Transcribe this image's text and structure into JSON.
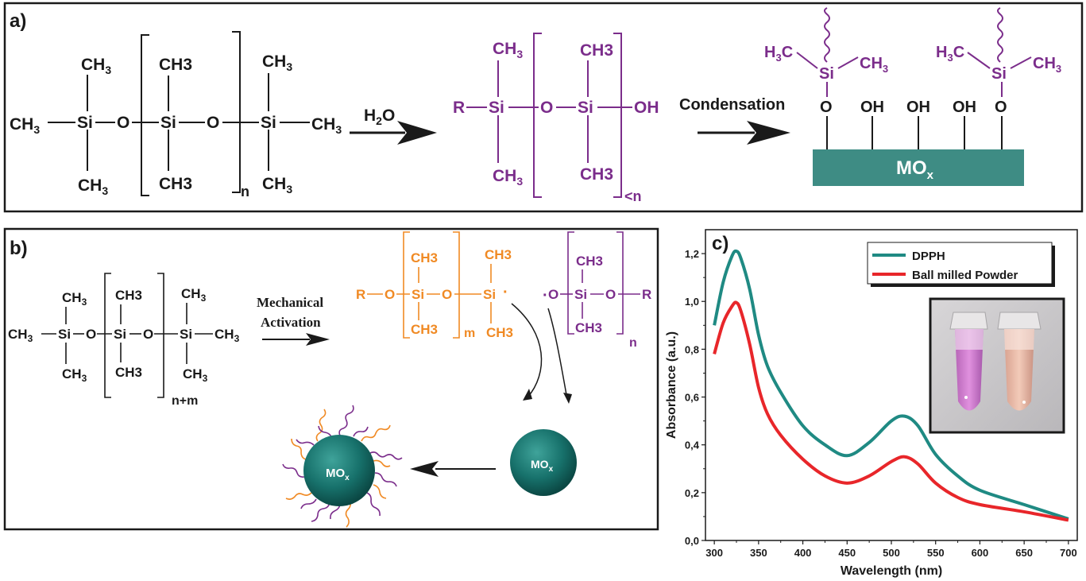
{
  "panel_a": {
    "label": "a)",
    "ch3": "CH",
    "sub3": "3",
    "ch3_plain": "CH3",
    "si": "Si",
    "o": "O",
    "n": "n",
    "h2o_h": "H",
    "h2o_2": "2",
    "h2o_o": "O",
    "r": "R",
    "oh": "OH",
    "lt_n": "<n",
    "condensation": "Condensation",
    "h3c_h": "H",
    "h3c_3": "3",
    "h3c_c": "C",
    "mox_m": "MO",
    "mox_x": "x"
  },
  "panel_b": {
    "label": "b)",
    "n_plus_m": "n+m",
    "mech1": "Mechanical",
    "mech2": "Activation",
    "m": "m",
    "n": "n",
    "dot": "·",
    "mox": "MO",
    "mox_x": "x"
  },
  "panel_c": {
    "label": "c)",
    "image_note": ""
  },
  "colors": {
    "black": "#1a1a1a",
    "purple": "#7b2d8b",
    "orange": "#f08a24",
    "teal": "#1f8a83",
    "red": "#e8262a",
    "slab": "#3e8c84"
  },
  "chart_data": {
    "type": "line",
    "title": "",
    "xlabel": "Wavelength (nm)",
    "ylabel": "Absorbance (a.u.)",
    "xlim": [
      290,
      710
    ],
    "ylim": [
      0.0,
      1.3
    ],
    "xticks": [
      300,
      350,
      400,
      450,
      500,
      550,
      600,
      650,
      700
    ],
    "yticks": [
      0.0,
      0.2,
      0.4,
      0.6,
      0.8,
      1.0,
      1.2
    ],
    "ytick_labels": [
      "0,0",
      "0,2",
      "0,4",
      "0,6",
      "0,8",
      "1,0",
      "1,2"
    ],
    "legend_position": "top-right",
    "series": [
      {
        "name": "DPPH",
        "color": "#1f8a83",
        "x": [
          300,
          310,
          320,
          325,
          330,
          340,
          350,
          360,
          375,
          400,
          425,
          450,
          475,
          500,
          515,
          530,
          550,
          575,
          600,
          650,
          700
        ],
        "y": [
          0.9,
          1.08,
          1.19,
          1.21,
          1.18,
          1.05,
          0.86,
          0.73,
          0.62,
          0.48,
          0.4,
          0.355,
          0.41,
          0.5,
          0.52,
          0.48,
          0.36,
          0.27,
          0.21,
          0.15,
          0.09
        ]
      },
      {
        "name": "Ball milled Powder",
        "color": "#e8262a",
        "x": [
          300,
          310,
          320,
          325,
          330,
          340,
          350,
          360,
          375,
          400,
          425,
          450,
          475,
          500,
          515,
          530,
          550,
          575,
          600,
          650,
          700
        ],
        "y": [
          0.78,
          0.91,
          0.98,
          0.995,
          0.96,
          0.82,
          0.64,
          0.53,
          0.44,
          0.34,
          0.27,
          0.24,
          0.27,
          0.33,
          0.35,
          0.32,
          0.24,
          0.18,
          0.15,
          0.12,
          0.085
        ]
      }
    ]
  }
}
